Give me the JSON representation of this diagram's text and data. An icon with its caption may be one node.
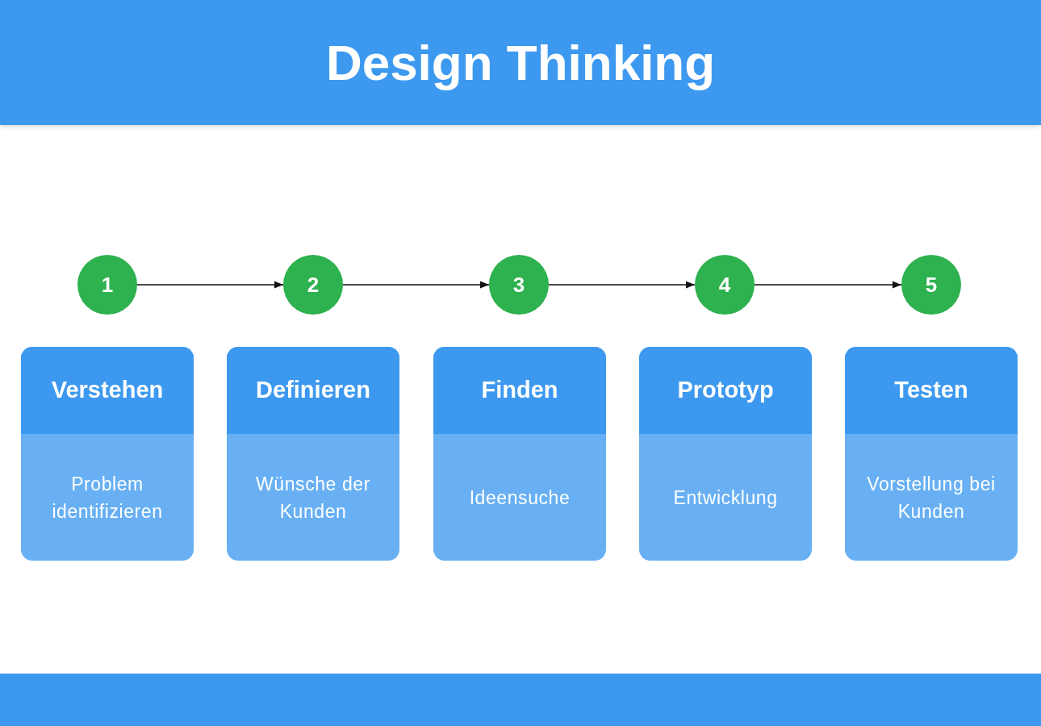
{
  "diagram": {
    "title": "Design Thinking",
    "nodes": [
      {
        "text": [
          "1"
        ]
      },
      {
        "text": [
          "2"
        ]
      },
      {
        "text": [
          "3"
        ]
      },
      {
        "text": [
          "4"
        ]
      },
      {
        "text": [
          "5"
        ]
      },
      {
        "text": [
          "Verstehen",
          "Problem identifizieren"
        ]
      },
      {
        "text": [
          "Definieren",
          "Wünsche der Kunden"
        ]
      },
      {
        "text": [
          "Finden",
          "Ideensuche"
        ]
      },
      {
        "text": [
          "Prototyp",
          "Entwicklung"
        ]
      },
      {
        "text": [
          "Testen",
          "Vorstellung bei Kunden"
        ]
      }
    ],
    "edges": [
      {
        "from": 0,
        "to": 1,
        "arrow": "to"
      },
      {
        "from": 1,
        "to": 2,
        "arrow": "to"
      },
      {
        "from": 2,
        "to": 3,
        "arrow": "to"
      },
      {
        "from": 3,
        "to": 4,
        "arrow": "to"
      }
    ]
  }
}
